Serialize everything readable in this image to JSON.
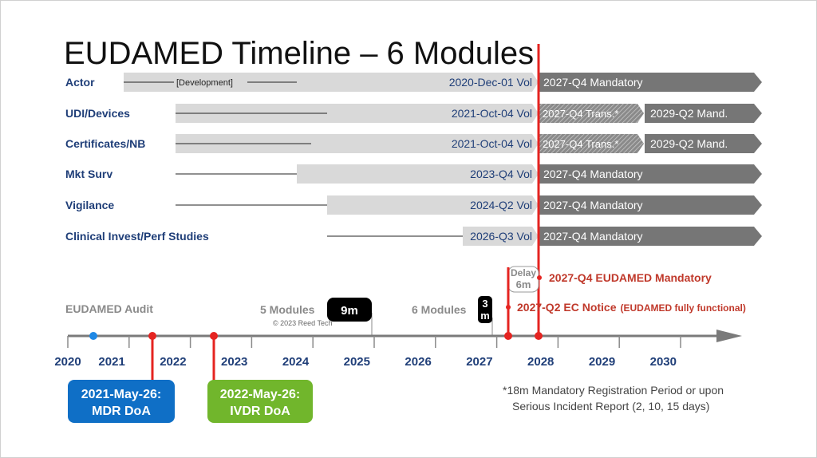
{
  "title": "EUDAMED Timeline – 6 Modules",
  "modules": [
    {
      "name": "Actor",
      "dev_label": "[Development]",
      "vol_label": "2020-Dec-01  Vol",
      "phases": [
        {
          "label": "2027-Q4  Mandatory",
          "kind": "mandatory"
        }
      ]
    },
    {
      "name": "UDI/Devices",
      "dev_label": "",
      "vol_label": "2021-Oct-04  Vol",
      "phases": [
        {
          "label": "2027-Q4 Trans.*",
          "kind": "transition"
        },
        {
          "label": "2029-Q2   Mand.",
          "kind": "mandatory"
        }
      ]
    },
    {
      "name": "Certificates/NB",
      "dev_label": "",
      "vol_label": "2021-Oct-04  Vol",
      "phases": [
        {
          "label": "2027-Q4 Trans.*",
          "kind": "transition"
        },
        {
          "label": "2029-Q2   Mand.",
          "kind": "mandatory"
        }
      ]
    },
    {
      "name": "Mkt Surv",
      "dev_label": "",
      "vol_label": "2023-Q4  Vol",
      "phases": [
        {
          "label": "2027-Q4  Mandatory",
          "kind": "mandatory"
        }
      ]
    },
    {
      "name": "Vigilance",
      "dev_label": "",
      "vol_label": "2024-Q2  Vol",
      "phases": [
        {
          "label": "2027-Q4  Mandatory",
          "kind": "mandatory"
        }
      ]
    },
    {
      "name": "Clinical Invest/Perf Studies",
      "dev_label": "",
      "vol_label": "2026-Q3 Vol",
      "phases": [
        {
          "label": "2027-Q4  Mandatory",
          "kind": "mandatory"
        }
      ]
    }
  ],
  "axis": {
    "years": [
      "2020",
      "2021",
      "2022",
      "2023",
      "2024",
      "2025",
      "2026",
      "2027",
      "2028",
      "2029",
      "2030"
    ]
  },
  "labels": {
    "audit": "EUDAMED Audit",
    "five_modules": "5 Modules",
    "nine_m": "9m",
    "copyright": "© 2023 Reed Tech",
    "six_modules": "6 Modules",
    "three_m_a": "3",
    "three_m_b": "m",
    "delay_a": "Delay",
    "delay_b": "6m",
    "mandatory_note": "2027-Q4   EUDAMED Mandatory",
    "ec_notice_main": "2027-Q2   EC Notice",
    "ec_notice_sub": "(EUDAMED fully functional)",
    "footnote_1": "*18m Mandatory Registration Period or upon",
    "footnote_2": "Serious Incident Report (2, 10, 15 days)"
  },
  "boxes": {
    "mdr": {
      "line1": "2021-May-26:",
      "line2": "MDR DoA"
    },
    "ivdr": {
      "line1": "2022-May-26:",
      "line2": "IVDR DoA"
    }
  },
  "colors": {
    "blue_text": "#1f3e78",
    "mandatory_bar": "#767676",
    "vol_bar": "#d9d9d9",
    "red": "#e52421",
    "mdr_box": "#0f6fc6",
    "ivdr_box": "#71b62c",
    "note_red": "#c0392b"
  }
}
